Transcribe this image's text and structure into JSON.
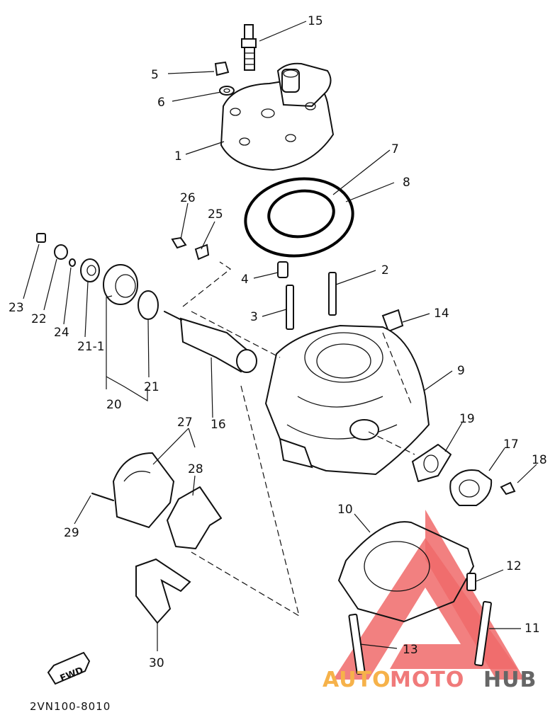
{
  "diagram": {
    "labels": {
      "l1": "1",
      "l2": "2",
      "l3": "3",
      "l4": "4",
      "l5": "5",
      "l6": "6",
      "l7": "7",
      "l8": "8",
      "l9": "9",
      "l10": "10",
      "l11": "11",
      "l12": "12",
      "l13": "13",
      "l14": "14",
      "l15": "15",
      "l16": "16",
      "l17": "17",
      "l18": "18",
      "l19": "19",
      "l20": "20",
      "l21": "21",
      "l21_1": "21-1",
      "l22": "22",
      "l23": "23",
      "l24": "24",
      "l25": "25",
      "l26": "26",
      "l27": "27",
      "l28": "28",
      "l29": "29",
      "l30": "30"
    },
    "fwd_label": "FWD",
    "drawing_code": "2VN100-8010"
  },
  "watermark": {
    "text_part1": "AUTO",
    "text_part2": "MOTO",
    "text_part3": "HUB",
    "color_part1": "#f6b24a",
    "color_part2": "#f07a7a",
    "color_part3": "#666666",
    "logo_color": "#f06a6a"
  }
}
